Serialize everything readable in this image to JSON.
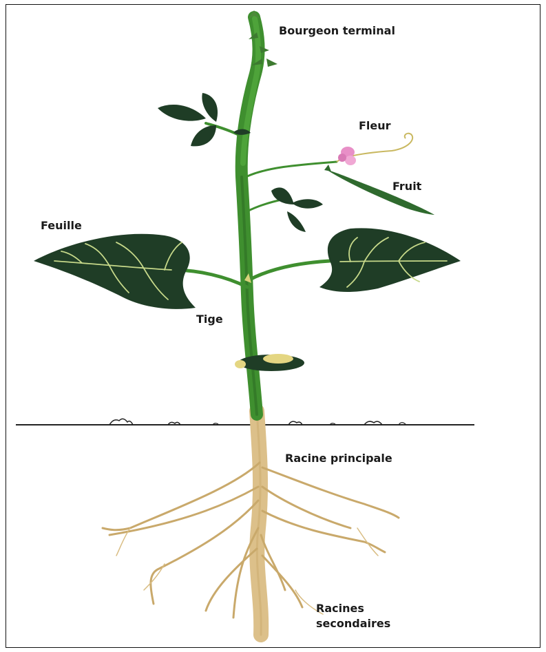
{
  "labels": {
    "bourgeon_terminal": "Bourgeon terminal",
    "fleur": "Fleur",
    "fruit": "Fruit",
    "feuille": "Feuille",
    "tige": "Tige",
    "racine_principale": "Racine principale",
    "racines_secondaires_line1": "Racines",
    "racines_secondaires_line2": "secondaires"
  },
  "colors": {
    "stem": "#3f8f2f",
    "leaf": "#1f3d26",
    "leaf_vein": "#c7d98a",
    "flower": "#e88fc7",
    "pod": "#2f6a2e",
    "root": "#dcc08a",
    "soil_line": "#222222"
  }
}
